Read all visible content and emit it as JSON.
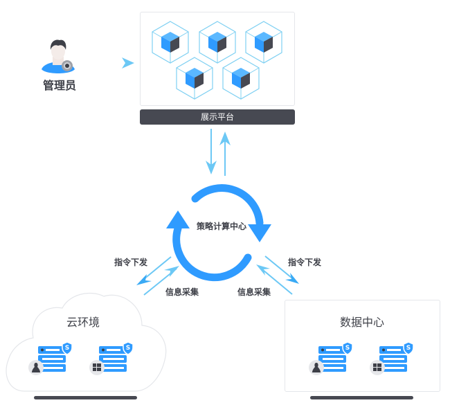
{
  "admin": {
    "label": "管理员",
    "icon": "admin-user-icon"
  },
  "platform": {
    "label": "展示平台",
    "cube_count": 5,
    "icon": "cube-icon"
  },
  "center": {
    "label": "策略计算中心",
    "icon": "cycle-arrows-icon"
  },
  "flows": {
    "left_down": "指令下发",
    "left_up": "信息采集",
    "right_down": "指令下发",
    "right_up": "信息采集"
  },
  "cloud": {
    "title": "云环境",
    "servers": [
      {
        "os": "linux",
        "os_icon": "linux-icon",
        "badge": "S"
      },
      {
        "os": "windows",
        "os_icon": "windows-icon",
        "badge": "S"
      }
    ]
  },
  "datacenter": {
    "title": "数据中心",
    "servers": [
      {
        "os": "linux",
        "os_icon": "linux-icon",
        "badge": "S"
      },
      {
        "os": "windows",
        "os_icon": "windows-icon",
        "badge": "S"
      }
    ]
  },
  "colors": {
    "primary_blue": "#2f9bff",
    "light_blue": "#6cc8f5",
    "dark": "#474952",
    "text": "#3d3f47"
  }
}
